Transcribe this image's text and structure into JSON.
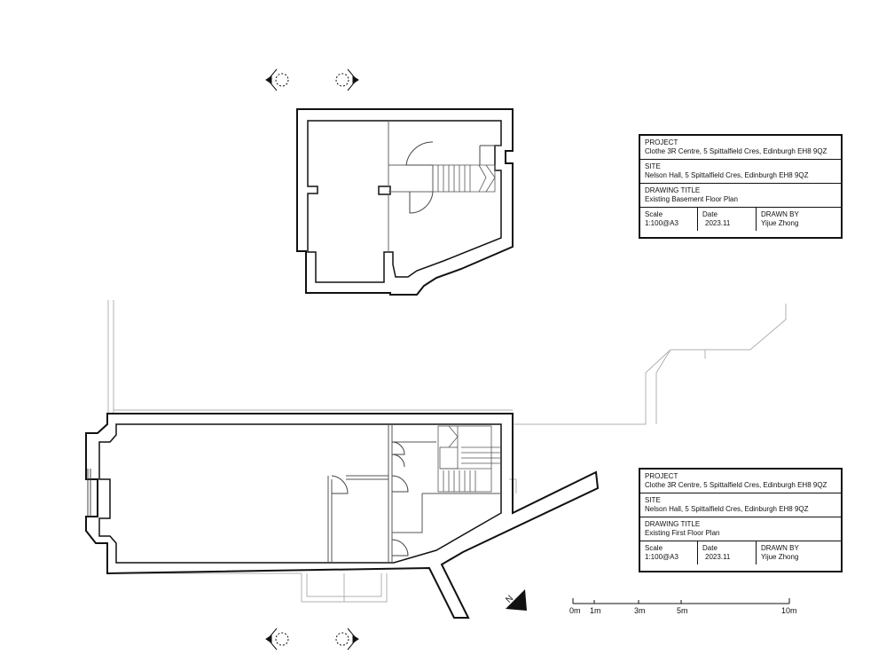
{
  "title_blocks": [
    {
      "project_label": "PROJECT",
      "project": "Clothe 3R Centre, 5 Spittalfield Cres, Edinburgh EH8 9QZ",
      "site_label": "SITE",
      "site": "Nelson Hall, 5 Spittalfield Cres, Edinburgh EH8 9QZ",
      "drawing_title_label": "DRAWING TITLE",
      "drawing_title": "Existing Basement Floor Plan",
      "scale_label": "Scale",
      "scale": "1:100@A3",
      "date_label": "Date",
      "date": "2023.11",
      "drawn_by_label": "DRAWN BY",
      "drawn_by": "Yijue Zhong"
    },
    {
      "project_label": "PROJECT",
      "project": "Clothe 3R Centre, 5 Spittalfield Cres, Edinburgh EH8 9QZ",
      "site_label": "SITE",
      "site": "Nelson Hall, 5 Spittalfield Cres, Edinburgh EH8 9QZ",
      "drawing_title_label": "DRAWING TITLE",
      "drawing_title": "Existing First Floor Plan",
      "scale_label": "Scale",
      "scale": "1:100@A3",
      "date_label": "Date",
      "date": "2023.11",
      "drawn_by_label": "DRAWN BY",
      "drawn_by": "Yijue Zhong"
    }
  ],
  "scale_bar": {
    "labels": [
      "0m",
      "1m",
      "3m",
      "5m",
      "10m"
    ]
  },
  "colors": {
    "ink": "#111111",
    "light_line": "#b0b0b0",
    "background": "#ffffff"
  },
  "icons": [
    "north-arrow-icon",
    "section-marker-icon"
  ]
}
